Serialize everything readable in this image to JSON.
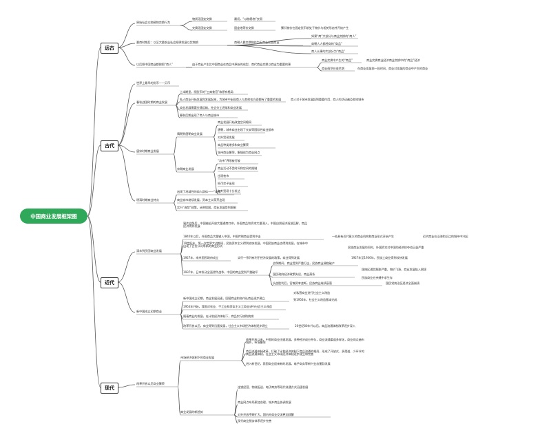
{
  "root": "中国商业发展框架图",
  "eras": {
    "ancient": {
      "label": "远古",
      "b1": {
        "label": "原始社会以物易物交换行为",
        "c1": "物质无固定交换",
        "c1x": "最初，“以物易物”交易",
        "c2": "交换无固定交换",
        "c2x": "固定地等价交换",
        "c2y": "繁衍物价在固定货币前处于物价与相关形态并开始产生"
      },
      "b2": {
        "label": "夏商时期后：以至大量农业社会规律发展以货物换",
        "c1": "商朝人靠交换物作为无商业发展商业",
        "c1a": "如果“商”大部分与商业交换的“商人”",
        "c1b": "商朝人人都经商的“商品”",
        "c1c": "商人从事的大部分为“商品”"
      },
      "b3": {
        "label": "以后把中国商业都按照“商人”",
        "c1": "由于商业产生比中国商业在商品中原始的成型，商代商业交换以商业为重要的事",
        "c1a": "商业交换中产生的“商品”",
        "c1ax": "商业交换商业经济商业交换中的“商品”经济",
        "c1b": "商业萌芽在很早期",
        "c1bx": "在商业发展前一段时间，商业对发展的商业中产生的商业"
      }
    },
    "ancient2": {
      "label": "古代",
      "a1": "世界上最早的货币——贝币",
      "b1": {
        "label": "春秋战国时期的商业发展",
        "c1": "上半期里，随货币的“工商食官”和原有格局",
        "c2": "私人商业开始发展和发展起来，为城市中出现商人与其他各方面都有了重要的发展",
        "c2x": "商人对于城市发展起到重要作用，商人的活动遍及各地城市",
        "c3": "商业发展需要交通运输，社会分工逐渐和商业发展",
        "c4": "春秋后期出现了商人与商业城市"
      },
      "b2": {
        "label": "唐宋时期商业发展",
        "g1": {
          "label": "隋朝到唐朝商业发展",
          "c1": "商业发展开始改变空间格局",
          "c2": "唐朝，城市商业出现了长安等国际性商业都市",
          "c3": "对外贸易发展",
          "c4": "商品种类增多和商业繁荣",
          "c5": "城市商业繁荣，集镇成为商业网点"
        },
        "g2": {
          "label": "宋朝商业发展",
          "c1": "“坊市”界限被打破",
          "c2": "商业活动不受时间和空间的限制",
          "c3": "出现夜市",
          "c4": "纸币交子出现",
          "c5": "海外贸易十分发达"
        }
      },
      "b3": {
        "label": "明清时期商业特点",
        "c1": "出现了地域性的商人群体——“商帮”",
        "c2": "商业城市继续发展，资本主义萌芽出现",
        "c3": "实行“海禁”政策，闭关锁国，商业发展受到限制"
      }
    },
    "modern": {
      "label": "近代",
      "a1": "鸦片战争后，中国被迫开放大量通商口岸，外国商品和资本大量涌入，中国自然经济逐渐瓦解，商品经济得到发展",
      "b1": {
        "label": "清末到民国商业发展",
        "c1": "1840年以后，外国商品大量输入中国，中国传统商业受到冲击",
        "c1x": "一些具有近代意义的商业机构和商业形式开始产生",
        "c1y": "近代商业在沿海和沿江的城市中兴起",
        "c2": "19世纪末，第一次世界大战期间，民族资本主义得到较快发展，中国民族商业也得到发展，在城市中出现了百货公司等新的商业形式",
        "c2x": "民族商业发展的同时，外国资本对中国的经济掠夺也日益严重",
        "c3": "1927年，南京国民政府成立",
        "c3x": "实行一系列有利于经济发展的政策，商业得到发展",
        "c3y": "1927年至1936年，民族工商业得到较快发展",
        "c4": "1937年，日本发动全面侵华战争，中国的商业受到严重破坏",
        "c4a": "战争期间，商业受到严重打击，民族商业濒临破产",
        "c4b": "国民政府经济政策失误，商业萧条",
        "c4bx": "国统区通货膨胀严重，物价飞涨，商业发展陷入困境",
        "c4by": "民族商业在夹缝中求生存",
        "c4c": "抗战胜利后，官僚资本垄断，民族商业继续衰落",
        "c4cx": "国民党统治区经济全面崩溃"
      },
      "b2": {
        "label": "新中国成立初期商业",
        "c1": "新中国成立初期，商业发展迅速，国营商业和合作社商业逐步建立",
        "c1x": "对私营商业进行社会主义改造",
        "c1y": "到1956年，社会主义改造基本完成",
        "c2": "1953年开始，我国对农业、手工业和资本主义工商业进行社会主义改造",
        "c3": "随着商业的发展，在计划经济体制下，商品实行统购统销",
        "c4": "改革开放以后，商业得到迅速发展，社会主义市场经济体制逐步建立",
        "c4x": "20世纪80年代以后，商品流通体制改革逐步深入"
      }
    },
    "contemporary": {
      "label": "现代",
      "b1": {
        "label": "改革开放以后商业繁荣",
        "g1": {
          "label": "市场经济体制下的商业发展",
          "c1": "改革开放以来，中国的商业迅速发展，多种经济成分并存，商业流通渠道多样化，商业网点遍布城乡，市场繁荣",
          "c2": "商品流通体制改革，打破了计划经济体制下商品流通的格局，形成了开放式、多渠道、少环节的商品流通体制，社会主义市场经济体制逐步建立和完善",
          "c3": "进入新世纪，我国商业迎来新的发展，电子商务等新兴业态蓬勃发展"
        },
        "g2": {
          "label": "商业发展的新趋势",
          "c1": "连锁经营、物流配送、电子商务等现代流通方式迅速发展",
          "c2": "商业网点布局更加合理，城乡商业协调发展",
          "c3": "对外开放不断扩大，国内外商业交流更加频繁",
          "c4": "现代商业服务体系逐步完善"
        }
      }
    }
  }
}
